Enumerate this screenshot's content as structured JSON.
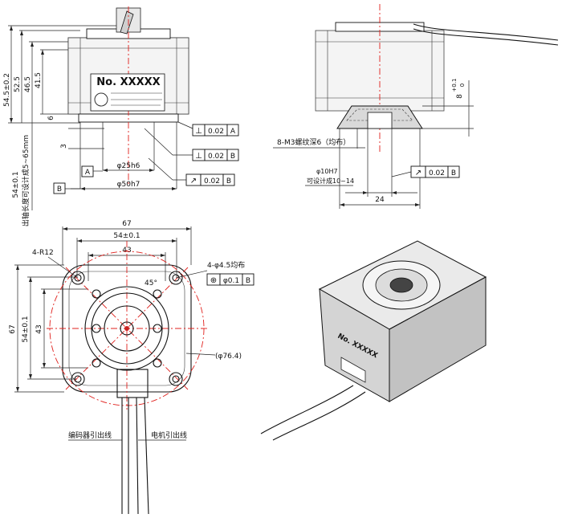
{
  "side_view": {
    "dim_height_total": "54.5±0.2",
    "dim_height_2": "52.5",
    "dim_height_3": "46.5",
    "dim_height_4": "41.5",
    "dim_6": "6",
    "dim_3": "3",
    "dim_25h6": "φ25h6",
    "dim_50h7": "φ50h7",
    "dim_54": "54±0.1",
    "shaft_note": "出轴长度可设计成5~65mm",
    "label_no": "No. XXXXX",
    "tol_perp1": "0.02",
    "tol_perp1_ref": "A",
    "tol_perp2": "0.02",
    "tol_perp2_ref": "B",
    "tol_runout": "0.02",
    "tol_runout_ref": "B",
    "datum_a": "A",
    "datum_b": "B",
    "symbol_perp": "⊥",
    "symbol_runout": "↗"
  },
  "right_view": {
    "thread_note": "8-M3螺纹深6（均布）",
    "hole_note_1": "φ10H7",
    "hole_note_2": "可设计成10~14",
    "dim_24": "24",
    "dim_8": "8",
    "dim_8_tol_upper": "+0.1",
    "dim_8_tol_lower": "0",
    "tol_runout": "0.02",
    "tol_runout_ref": "B",
    "symbol_runout": "↗"
  },
  "front_view": {
    "dim_67_top": "67",
    "dim_54_top": "54±0.1",
    "dim_43_top": "43",
    "dim_67_left": "67",
    "dim_54_left": "54±0.1",
    "dim_43_left": "43",
    "radius_note": "4-R12",
    "hole_note": "4-φ4.5均布",
    "angle": "45°",
    "pos_value": "φ0.1",
    "pos_ref": "B",
    "symbol_pos": "⊕",
    "bolt_circle": "(φ76.4)",
    "encoder_lead": "编码器引出线",
    "motor_lead": "电机引出线"
  },
  "iso_view": {
    "label_no": "No. XXXXX"
  }
}
